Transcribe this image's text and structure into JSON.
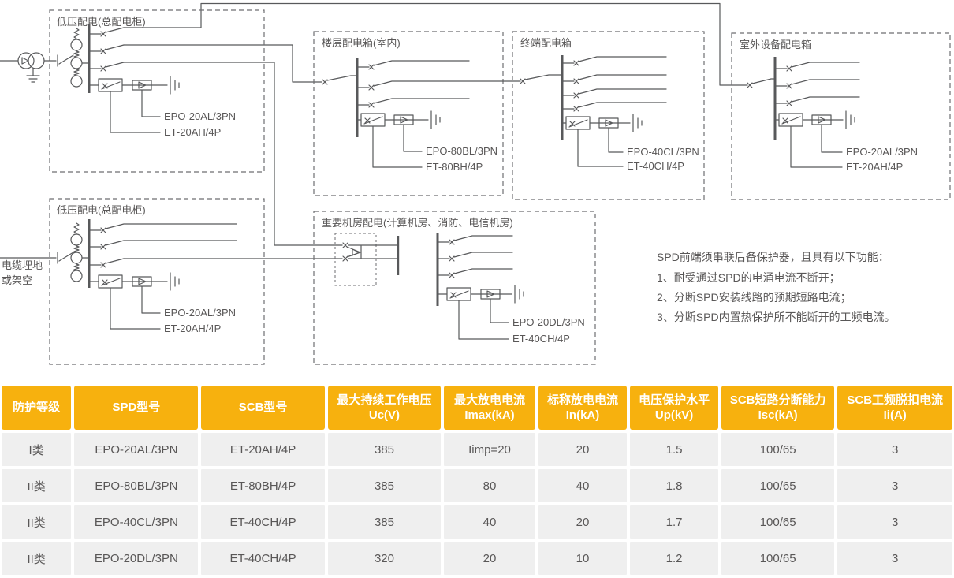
{
  "diagram": {
    "boxes": [
      {
        "title": "低压配电(总配电柜)",
        "spd": "EPO-20AL/3PN",
        "scb": "ET-20AH/4P"
      },
      {
        "title": "楼层配电箱(室内)",
        "spd": "EPO-80BL/3PN",
        "scb": "ET-80BH/4P"
      },
      {
        "title": "终端配电箱",
        "spd": "EPO-40CL/3PN",
        "scb": "ET-40CH/4P"
      },
      {
        "title": "室外设备配电箱",
        "spd": "EPO-20AL/3PN",
        "scb": "ET-20AH/4P"
      },
      {
        "title": "低压配电(总配电柜)",
        "spd": "EPO-20AL/3PN",
        "scb": "ET-20AH/4P"
      },
      {
        "title": "重要机房配电(计算机房、消防、电信机房)",
        "spd": "EPO-20DL/3PN",
        "scb": "ET-40CH/4P"
      }
    ],
    "incoming_label": {
      "line1": "电缆埋地",
      "line2": "或架空"
    },
    "notes": {
      "title": "SPD前端须串联后备保护器，且具有以下功能：",
      "items": [
        "1、耐受通过SPD的电涌电流不断开；",
        "2、分断SPD安装线路的预期短路电流；",
        "3、分断SPD内置热保护所不能断开的工频电流。"
      ]
    }
  },
  "table": {
    "headers": [
      {
        "l1": "防护等级",
        "l2": ""
      },
      {
        "l1": "SPD型号",
        "l2": ""
      },
      {
        "l1": "SCB型号",
        "l2": ""
      },
      {
        "l1": "最大持续工作电压",
        "l2": "Uc(V)"
      },
      {
        "l1": "最大放电电流",
        "l2": "Imax(kA)"
      },
      {
        "l1": "标称放电电流",
        "l2": "In(kA)"
      },
      {
        "l1": "电压保护水平",
        "l2": "Up(kV)"
      },
      {
        "l1": "SCB短路分断能力",
        "l2": "Isc(kA)"
      },
      {
        "l1": "SCB工频脱扣电流",
        "l2": "Ii(A)"
      }
    ],
    "rows": [
      [
        "I类",
        "EPO-20AL/3PN",
        "ET-20AH/4P",
        "385",
        "Iimp=20",
        "20",
        "1.5",
        "100/65",
        "3"
      ],
      [
        "II类",
        "EPO-80BL/3PN",
        "ET-80BH/4P",
        "385",
        "80",
        "40",
        "1.8",
        "100/65",
        "3"
      ],
      [
        "II类",
        "EPO-40CL/3PN",
        "ET-40CH/4P",
        "385",
        "40",
        "20",
        "1.7",
        "100/65",
        "3"
      ],
      [
        "II类",
        "EPO-20DL/3PN",
        "ET-40CH/4P",
        "320",
        "20",
        "10",
        "1.2",
        "100/65",
        "3"
      ]
    ]
  },
  "colors": {
    "header_bg": "#F7B10E",
    "header_text": "#FFFFFF",
    "row_bg": "#EFEFEF",
    "body_text": "#595757",
    "line": "#58595B",
    "box_border": "#6D6E71"
  }
}
